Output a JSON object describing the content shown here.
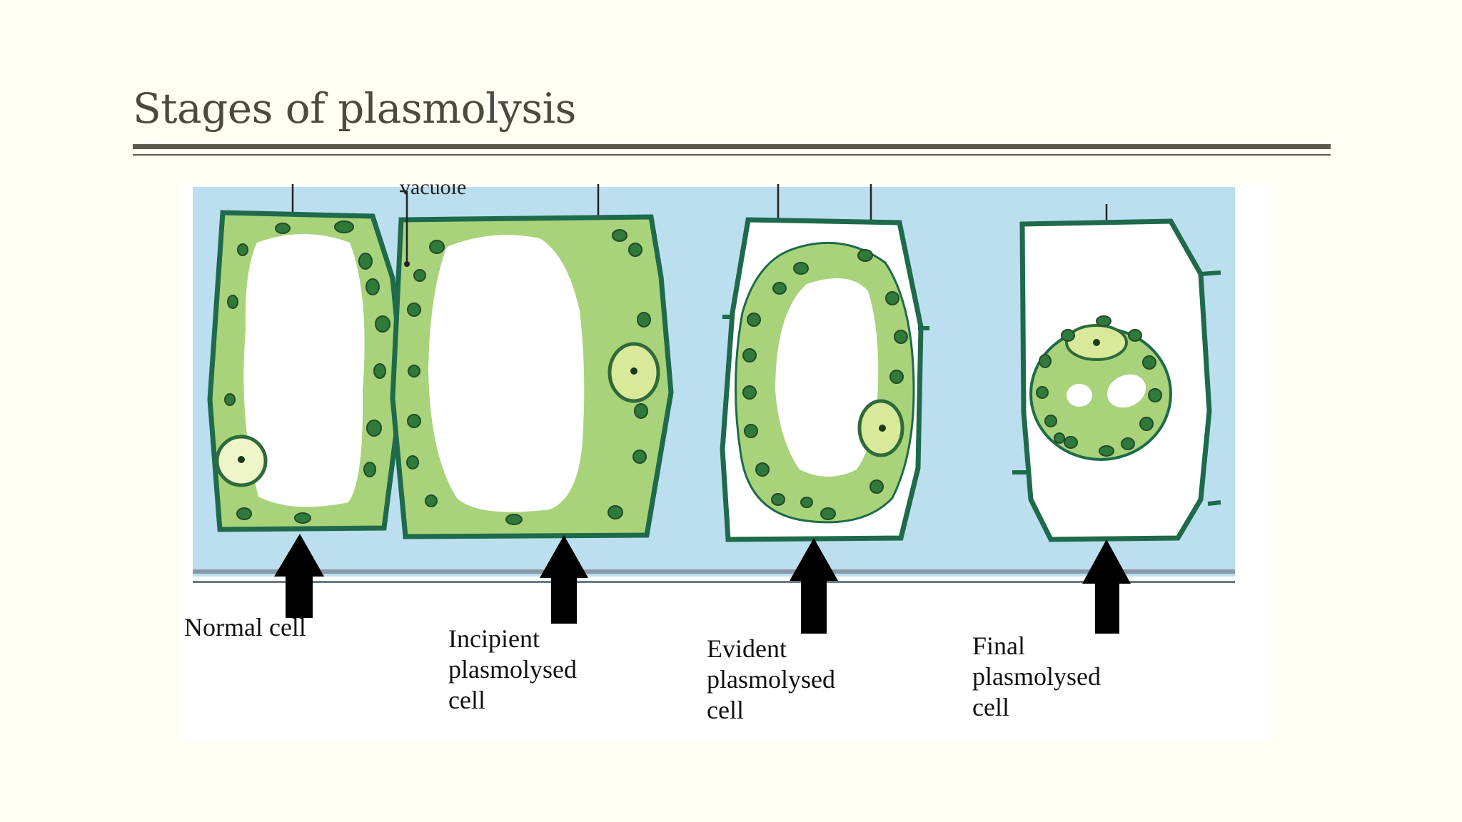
{
  "slide": {
    "title": "Stages of plasmolysis"
  },
  "diagram": {
    "top_labels": [
      "vacuole",
      "",
      ""
    ],
    "stages": [
      {
        "label": "Normal cell"
      },
      {
        "label": "Incipient\nplasmolysed\ncell"
      },
      {
        "label": "Evident\nplasmolysed\ncell"
      },
      {
        "label": "Final\nplasmolysed\ncell"
      }
    ],
    "colors": {
      "background": "#bcdff0",
      "cell_wall": "#1e6a4a",
      "cytoplasm": "#a8d37a",
      "chloroplast": "#2f7a3a",
      "vacuole": "#ffffff",
      "arrow": "#000000"
    }
  }
}
